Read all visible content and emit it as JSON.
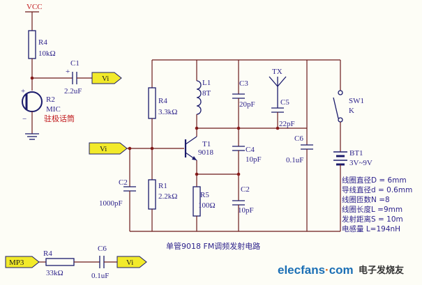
{
  "labels": {
    "vcc": "VCC",
    "r4_left": "R4",
    "r4_left_val": "10kΩ",
    "c1": "C1",
    "c1_val": "2.2uF",
    "vi_top": "Vi",
    "r2": "R2",
    "mic": "MIC",
    "mic_cn": "驻极话筒",
    "plus": "+",
    "minus": "−",
    "r4": "R4",
    "r4_val": "3.3kΩ",
    "l1": "L1",
    "l1_val": "8T",
    "c3": "C3",
    "c3_val": "20pF",
    "tx": "TX",
    "c5": "C5",
    "c5_val": "22pF",
    "sw1": "SW1",
    "sw1_val": "K",
    "vi_mid": "Vi",
    "t1": "T1",
    "t1_val": "9018",
    "c4": "C4",
    "c4_val": "10pF",
    "c6": "C6",
    "c6_val": "0.1uF",
    "bt1": "BT1",
    "bt1_val": "3V~9V",
    "c2_left": "C2",
    "c2_left_val": "1000pF",
    "r1": "R1",
    "r1_val": "2.2kΩ",
    "r5": "R5",
    "r5_val": "100Ω",
    "c2_right": "C2",
    "c2_right_val": "10pF",
    "mp3": "MP3",
    "r4_bottom": "R4",
    "r4_bottom_val": "33kΩ",
    "c6_bottom": "C6",
    "c6_bottom_val": "0.1uF",
    "vi_bottom": "Vi"
  },
  "title": "单管9018 FM调频发射电路",
  "specs": [
    "线圈直径D = 6mm",
    "导线直径d = 0.6mm",
    "线圈匝数N =8",
    "线圈长度L =9mm",
    "发射距离S = 10m",
    "电感量 L=194nH"
  ],
  "watermark": {
    "brand": "elecfans",
    "dot": "·",
    "tld": "com",
    "cn": "电子发烧友"
  },
  "colors": {
    "wire": "#6b1a1a",
    "component": "#1a1a6b",
    "text": "#2a1f8a",
    "red_text": "#c0191c",
    "port_fill": "#f2ea2a",
    "junction": "#8a1a1a"
  }
}
